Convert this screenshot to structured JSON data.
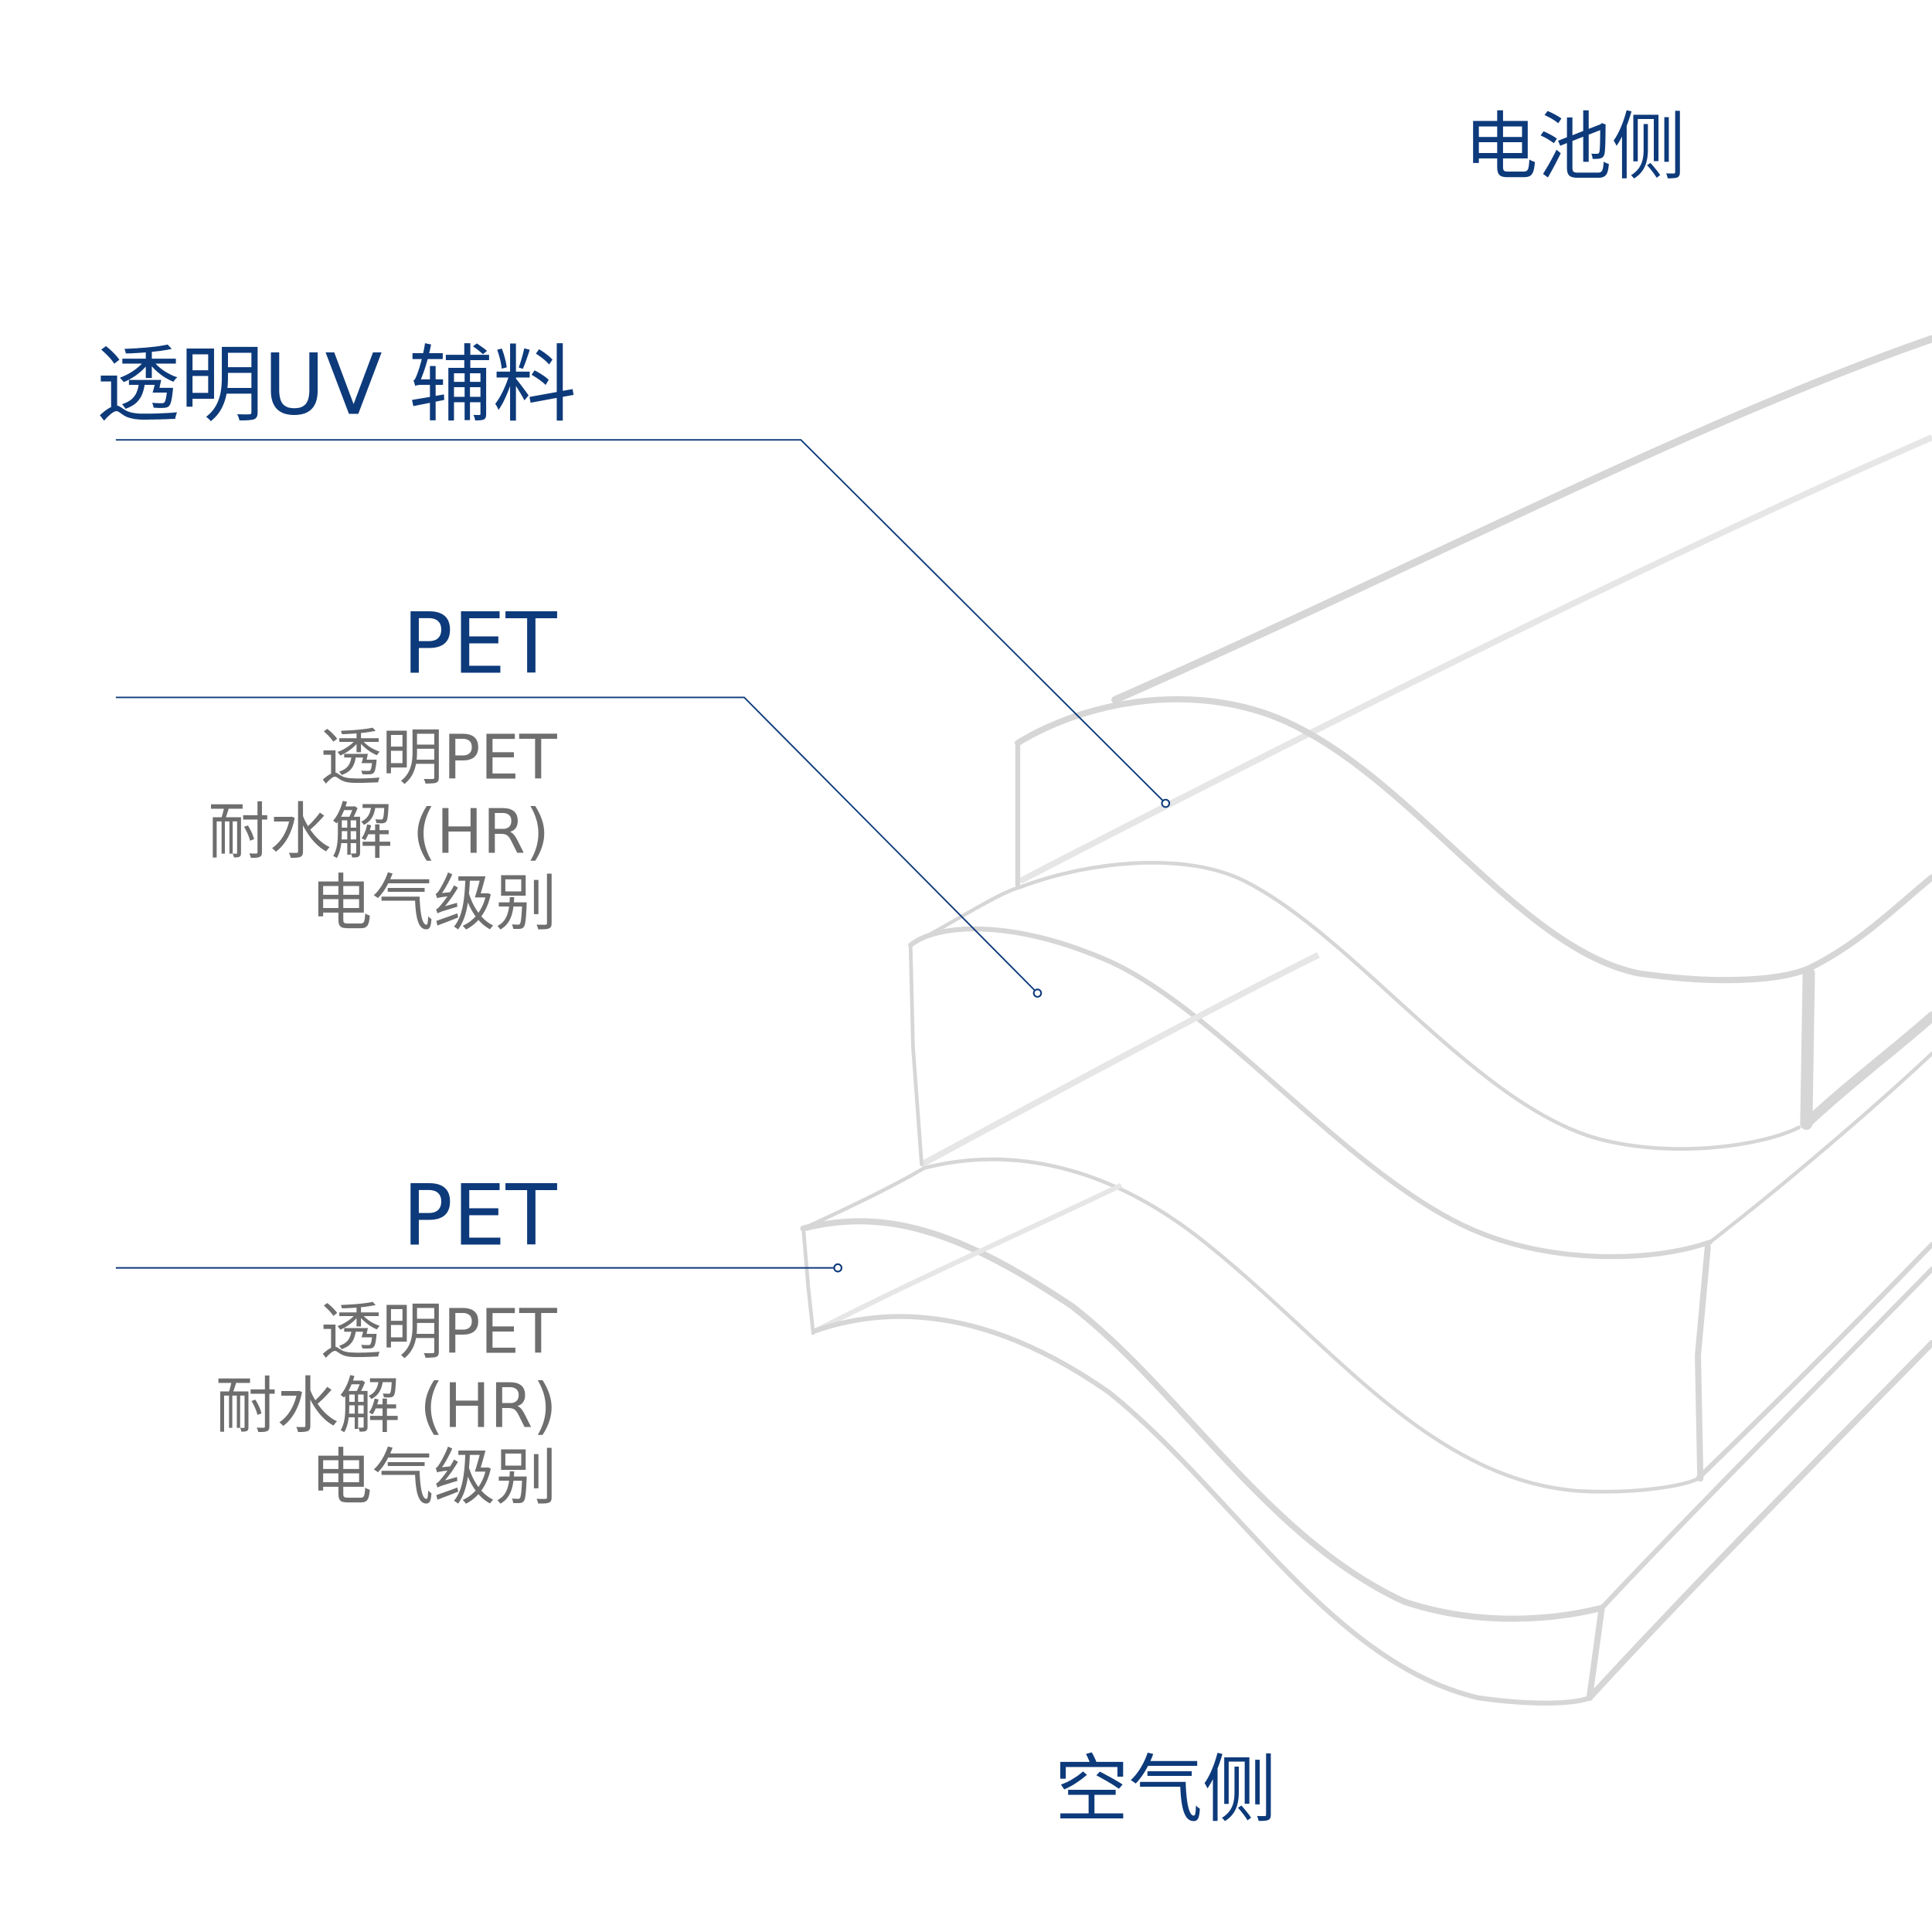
{
  "labels": {
    "battery_side": "电池侧",
    "air_side": "空气侧",
    "uv_layer": "透明UV 辅料",
    "pet_upper": {
      "title": "PET",
      "lines": [
        "透明PET",
        "耐水解 (HR)",
        "电气级别"
      ]
    },
    "pet_lower": {
      "title": "PET",
      "lines": [
        "透明PET",
        "耐水解 (HR)",
        "电气级别"
      ]
    }
  },
  "colors": {
    "accent": "#0d3a7a",
    "secondary_text": "#6e6e6e",
    "layer_stroke": "#d6d6d6"
  }
}
